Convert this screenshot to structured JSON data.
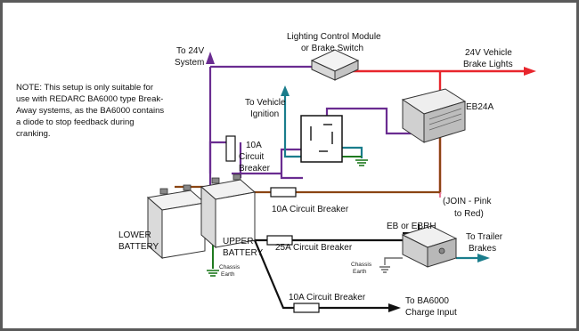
{
  "colors": {
    "purple": "#6a2c91",
    "red": "#e8262d",
    "brown": "#8b4513",
    "teal": "#1a7d8c",
    "black": "#111111",
    "green": "#1f7a1f",
    "border": "#5a5a5a"
  },
  "labels": {
    "note": [
      "NOTE: This setup is only suitable for",
      "use with REDARC BA6000 type Break-",
      "Away systems, as the BA6000 contains",
      "a diode to stop feedback during",
      "cranking."
    ],
    "to_24v_system": [
      "To 24V",
      "System"
    ],
    "lighting_control": [
      "Lighting Control Module",
      "or Brake Switch"
    ],
    "brake_lights": [
      "24V Vehicle",
      "Brake Lights"
    ],
    "to_vehicle_ignition": [
      "To Vehicle",
      "Ignition"
    ],
    "eb24a": "EB24A",
    "cb_10a_top": [
      "10A",
      "Circuit",
      "Breaker"
    ],
    "cb_10a_mid": "10A Circuit Breaker",
    "join": [
      "(JOIN - Pink",
      "to Red)"
    ],
    "eb_or_ebrh": "EB or EBRH",
    "to_trailer_brakes": [
      "To Trailer",
      "Brakes"
    ],
    "lower_battery": [
      "LOWER",
      "BATTERY"
    ],
    "upper_battery": [
      "UPPER",
      "BATTERY"
    ],
    "cb_25a": "25A Circuit Breaker",
    "chassis_earth_left": [
      "Chassis",
      "Earth"
    ],
    "chassis_earth_right": [
      "Chassis",
      "Earth"
    ],
    "cb_10a_bottom": "10A Circuit Breaker",
    "to_ba6000": [
      "To BA6000",
      "Charge Input"
    ]
  }
}
